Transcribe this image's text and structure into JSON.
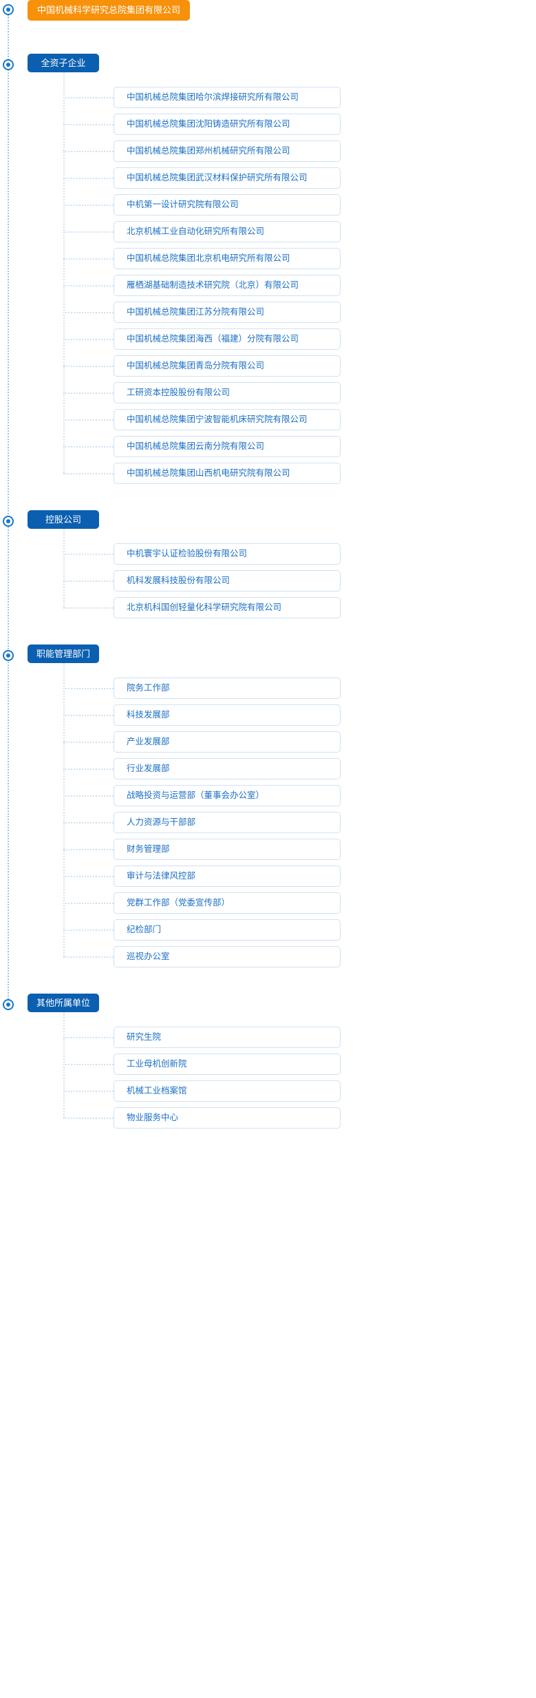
{
  "accent": {
    "root_bg": "#f7910a",
    "category_bg": "#0b5fb0",
    "item_text": "#1b6fc4",
    "item_border": "#cfe2f3",
    "line": "#9dc3e6",
    "dot": "#1678c8"
  },
  "root": {
    "label": "中国机械科学研究总院集团有限公司",
    "dot_icon": "radio-dot-icon"
  },
  "groups": [
    {
      "label": "全资子企业",
      "dot_icon": "radio-dot-icon",
      "items": [
        "中国机械总院集团哈尔滨焊接研究所有限公司",
        "中国机械总院集团沈阳铸造研究所有限公司",
        "中国机械总院集团郑州机械研究所有限公司",
        "中国机械总院集团武汉材料保护研究所有限公司",
        "中机第一设计研究院有限公司",
        "北京机械工业自动化研究所有限公司",
        "中国机械总院集团北京机电研究所有限公司",
        "雁栖湖基础制造技术研究院（北京）有限公司",
        "中国机械总院集团江苏分院有限公司",
        "中国机械总院集团海西（福建）分院有限公司",
        "中国机械总院集团青岛分院有限公司",
        "工研资本控股股份有限公司",
        "中国机械总院集团宁波智能机床研究院有限公司",
        "中国机械总院集团云南分院有限公司",
        "中国机械总院集团山西机电研究院有限公司"
      ]
    },
    {
      "label": "控股公司",
      "dot_icon": "radio-dot-icon",
      "items": [
        "中机寰宇认证检验股份有限公司",
        "机科发展科技股份有限公司",
        "北京机科国创轻量化科学研究院有限公司"
      ]
    },
    {
      "label": "职能管理部门",
      "dot_icon": "radio-dot-icon",
      "items": [
        "院务工作部",
        "科技发展部",
        "产业发展部",
        "行业发展部",
        "战略投资与运营部（董事会办公室）",
        "人力资源与干部部",
        "财务管理部",
        "审计与法律风控部",
        "党群工作部（党委宣传部）",
        "纪检部门",
        "巡视办公室"
      ]
    },
    {
      "label": "其他所属单位",
      "dot_icon": "radio-dot-icon",
      "items": [
        "研究生院",
        "工业母机创新院",
        "机械工业档案馆",
        "物业服务中心"
      ]
    }
  ]
}
